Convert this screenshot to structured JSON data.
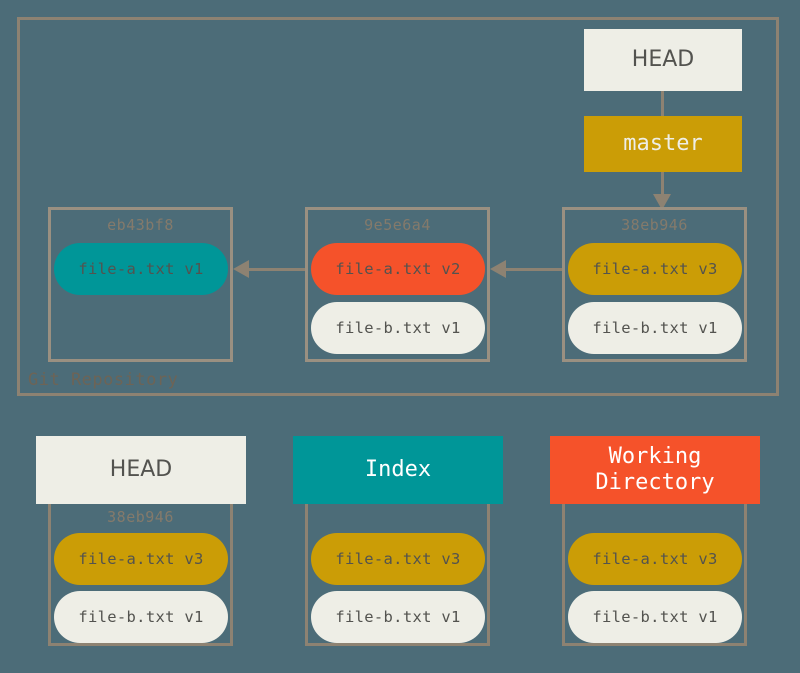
{
  "colors": {
    "background": "#4c6c78",
    "frame": "#8d8272",
    "commit_frame": "#9a9081",
    "sha_text": "#847a6b",
    "teal": "#009698",
    "red": "#f5522a",
    "gold": "#cb9d06",
    "cream": "#eeeee6",
    "pill_text": "#53534f"
  },
  "repository": {
    "label": "Git Repository",
    "refs": {
      "head": "HEAD",
      "branch": "master"
    },
    "commits": [
      {
        "sha": "eb43bf8",
        "files": [
          {
            "label": "file-a.txt v1",
            "color": "teal"
          }
        ]
      },
      {
        "sha": "9e5e6a4",
        "files": [
          {
            "label": "file-a.txt v2",
            "color": "red"
          },
          {
            "label": "file-b.txt v1",
            "color": "cream"
          }
        ]
      },
      {
        "sha": "38eb946",
        "files": [
          {
            "label": "file-a.txt v3",
            "color": "gold"
          },
          {
            "label": "file-b.txt v1",
            "color": "cream"
          }
        ]
      }
    ]
  },
  "stages": [
    {
      "title": "HEAD",
      "sha": "38eb946",
      "header_color": "cream",
      "files": [
        {
          "label": "file-a.txt v3",
          "color": "gold"
        },
        {
          "label": "file-b.txt v1",
          "color": "cream"
        }
      ]
    },
    {
      "title": "Index",
      "sha": "",
      "header_color": "teal",
      "files": [
        {
          "label": "file-a.txt v3",
          "color": "gold"
        },
        {
          "label": "file-b.txt v1",
          "color": "cream"
        }
      ]
    },
    {
      "title_line1": "Working",
      "title_line2": "Directory",
      "sha": "",
      "header_color": "red",
      "files": [
        {
          "label": "file-a.txt v3",
          "color": "gold"
        },
        {
          "label": "file-b.txt v1",
          "color": "cream"
        }
      ]
    }
  ]
}
